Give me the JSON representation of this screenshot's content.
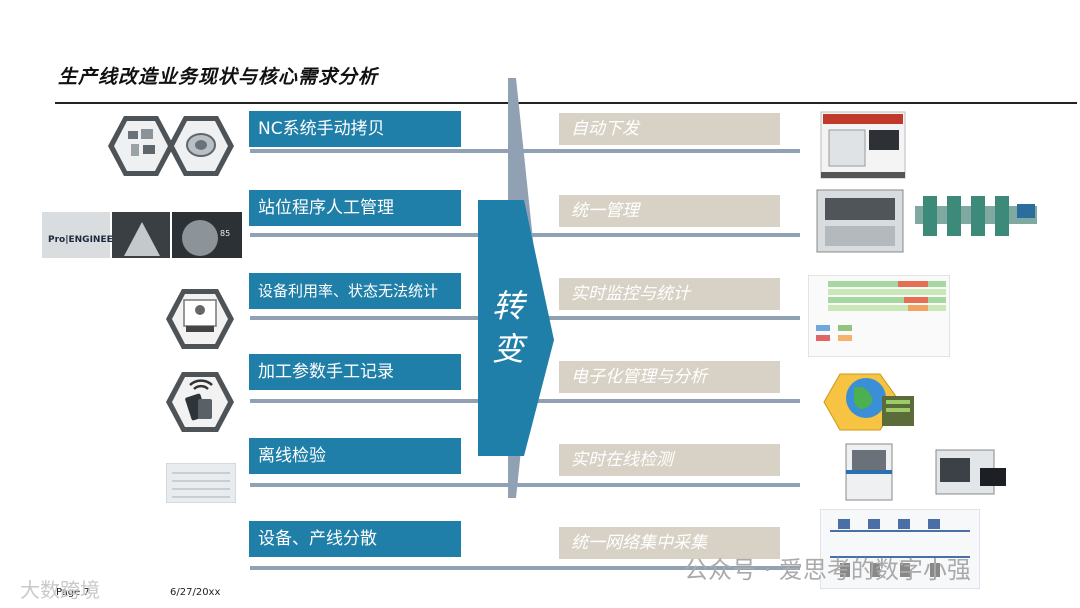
{
  "title": "生产线改造业务现状与核心需求分析",
  "center_label": [
    "转",
    "变"
  ],
  "current_state": [
    {
      "label": "NC系统手动拷贝",
      "icon": "cad-parts-icon"
    },
    {
      "label": "站位程序人工管理",
      "icon": "pro-engineer-icon"
    },
    {
      "label": "设备利用率、状态无法统计",
      "icon": "certificate-icon"
    },
    {
      "label": "加工参数手工记录",
      "icon": "handheld-device-icon"
    },
    {
      "label": "离线检验",
      "icon": "inspection-report-icon"
    },
    {
      "label": "设备、产线分散",
      "icon": ""
    }
  ],
  "targets": [
    {
      "label": "自动下发",
      "image": "cnc-machine-image"
    },
    {
      "label": "统一管理",
      "image": "smt-line-image"
    },
    {
      "label": "实时监控与统计",
      "image": "monitoring-chart-image"
    },
    {
      "label": "电子化管理与分析",
      "image": "globe-analysis-image"
    },
    {
      "label": "实时在线检测",
      "image": "inspection-equipment-image"
    },
    {
      "label": "统一网络集中采集",
      "image": "network-diagram-image"
    }
  ],
  "footer": {
    "page": "Page 7",
    "date": "6/27/20xx"
  },
  "watermarks": {
    "left": "大数跨境",
    "right": "公众号 · 爱思考的数字小强"
  },
  "colors": {
    "accent": "#1f7fa8",
    "target_box": "#d8d2c6",
    "line": "#8fa1b2"
  }
}
